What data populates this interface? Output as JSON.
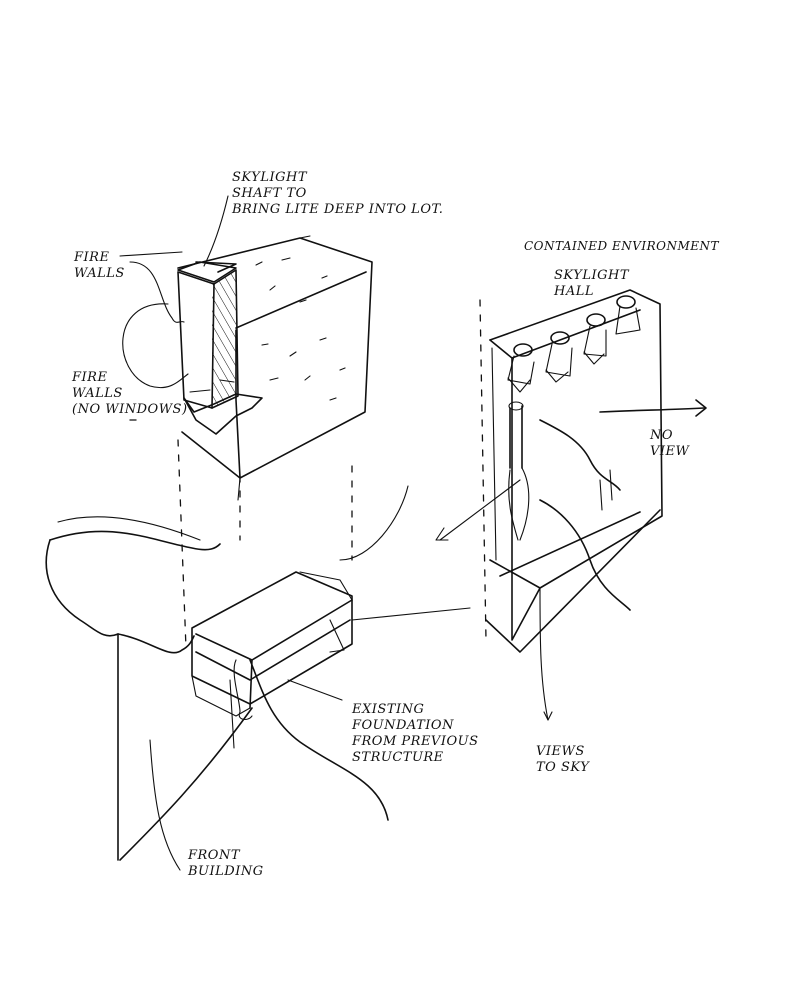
{
  "labels": {
    "skylight_shaft": "SKYLIGHT\nSHAFT TO\nBRING LITE DEEP INTO LOT.",
    "fire_walls_top": "FIRE\nWALLS",
    "fire_walls_no_windows": "FIRE\nWALLS\n(NO WINDOWS)",
    "courtyard_environment": "CONTAINED ENVIRONMENT",
    "skylight_hall": "SKYLIGHT\nHALL",
    "no_view": "NO\nVIEW",
    "existing_foundation": "EXISTING\nFOUNDATION\nFROM PREVIOUS\nSTRUCTURE",
    "views_to_sky": "VIEWS\nTO SKY",
    "front_building": "FRONT\nBUILDING"
  },
  "colors": {
    "ink": "#111111",
    "paper": "#ffffff"
  }
}
